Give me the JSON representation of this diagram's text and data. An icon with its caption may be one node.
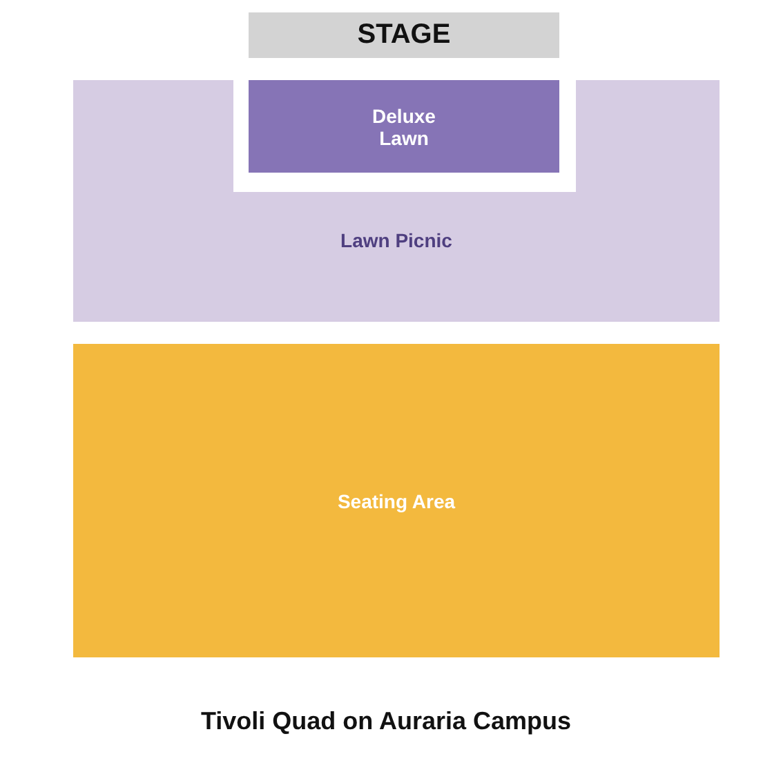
{
  "diagram": {
    "caption": "Tivoli Quad on Auraria Campus",
    "nodes": [
      {
        "text": [
          "STAGE"
        ]
      },
      {
        "text": [
          "Lawn Picnic"
        ]
      },
      {
        "text": [
          "Deluxe Lawn"
        ]
      },
      {
        "text": [
          "Seating Area"
        ]
      }
    ],
    "edges": []
  }
}
